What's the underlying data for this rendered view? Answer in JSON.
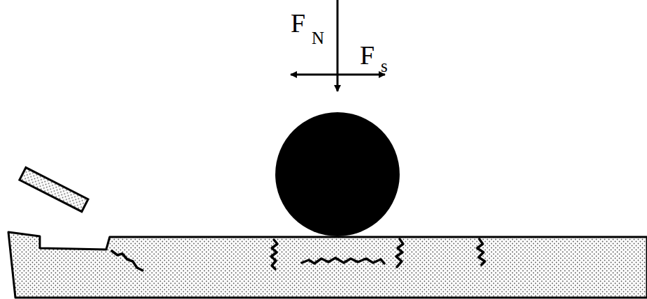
{
  "diagram": {
    "labels": [
      "F",
      "N",
      "F",
      "s"
    ]
  }
}
